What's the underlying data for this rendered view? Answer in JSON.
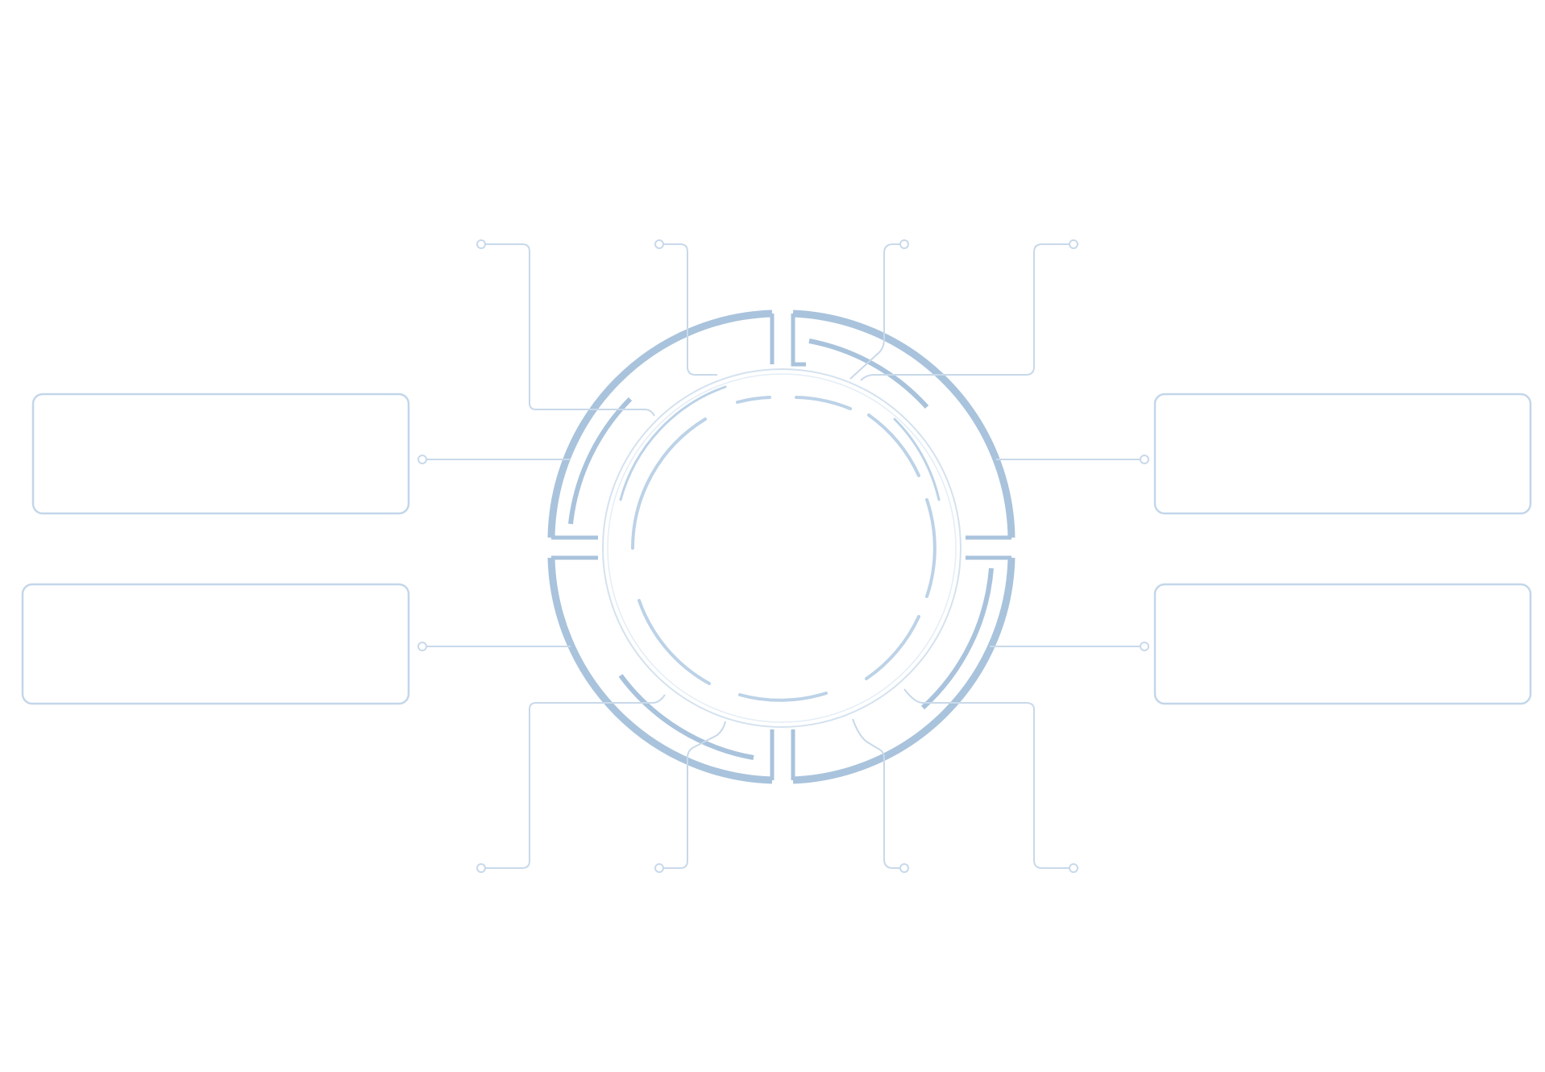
{
  "colors": {
    "background": "#ffffff",
    "ring_thick": "#a9c3dc",
    "ring_thin": "#bcd2e7",
    "connector": "#c8d9ea",
    "box_border": "#c3d6ea"
  },
  "diagram": {
    "type": "hub-and-spoke",
    "center_label": "",
    "boxes": [
      {
        "id": "left-top",
        "label": ""
      },
      {
        "id": "left-bottom",
        "label": ""
      },
      {
        "id": "right-top",
        "label": ""
      },
      {
        "id": "right-bottom",
        "label": ""
      }
    ],
    "connector_endpoints": [
      "top-1",
      "top-2",
      "top-3",
      "top-4",
      "bottom-1",
      "bottom-2",
      "bottom-3",
      "bottom-4"
    ]
  }
}
